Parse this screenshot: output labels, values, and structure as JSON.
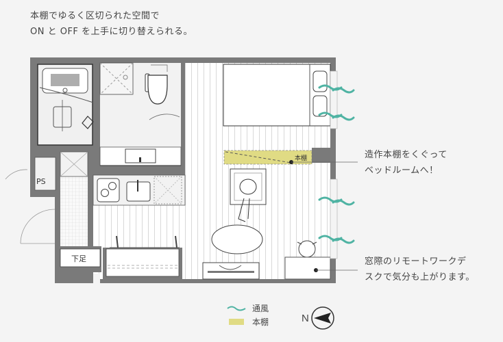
{
  "top_caption": {
    "line1": "本棚でゆるく区切られた空間で",
    "line2": "ON と OFF を上手に切り替えられる。"
  },
  "annotations": {
    "shelf": {
      "line1": "造作本棚をくぐって",
      "line2": "ベッドルームへ！"
    },
    "desk": {
      "line1": "窓際のリモートワークデ",
      "line2": "スクで気分も上がります。"
    }
  },
  "plan_labels": {
    "ps": "PS",
    "shoe_box": "下足",
    "bookshelf": "本棚"
  },
  "legend": {
    "items": [
      {
        "icon": "wind-wave-icon",
        "label": "通風",
        "color": "#4fb3a3"
      },
      {
        "icon": "bookshelf-swatch",
        "label": "本棚",
        "color": "#e0db84"
      }
    ]
  },
  "compass": {
    "label": "N",
    "icon": "north-arrow-icon"
  },
  "colors": {
    "wall": "#7a7a7a",
    "floor": "#ffffff",
    "background": "#f4f4f4",
    "shelf": "#e0db84",
    "wind": "#4fb3a3"
  }
}
